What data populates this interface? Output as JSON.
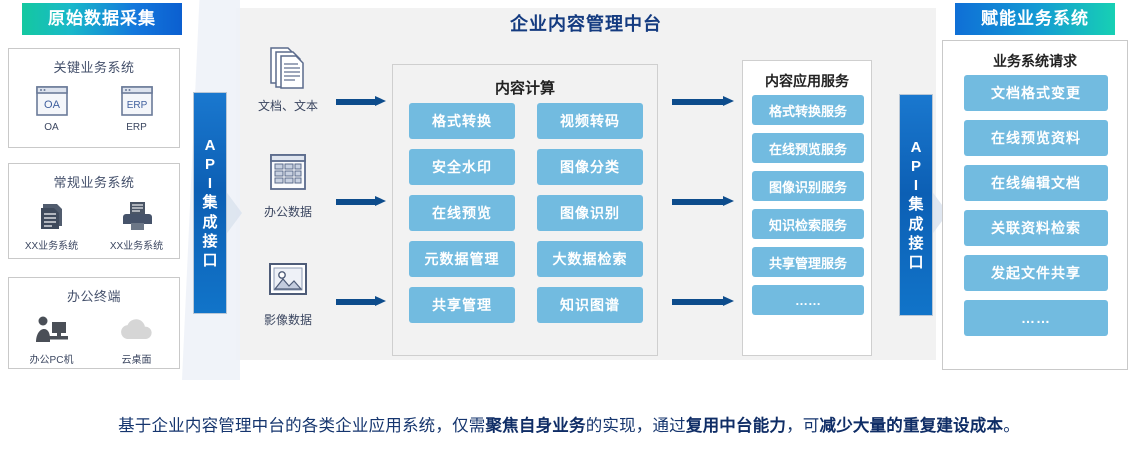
{
  "badges": {
    "left": "原始数据采集",
    "right": "赋能业务系统"
  },
  "center": {
    "title": "企业内容管理中台"
  },
  "source_groups": [
    {
      "name": "关键业务系统",
      "items": [
        {
          "icon": "oa-window-icon",
          "label": "OA",
          "badge": "OA"
        },
        {
          "icon": "erp-window-icon",
          "label": "ERP",
          "badge": "ERP"
        }
      ]
    },
    {
      "name": "常规业务系统",
      "items": [
        {
          "icon": "documents-stack-icon",
          "label": "XX业务系统",
          "badge": ""
        },
        {
          "icon": "printer-icon",
          "label": "XX业务系统",
          "badge": ""
        }
      ]
    },
    {
      "name": "办公终端",
      "items": [
        {
          "icon": "person-at-desk-icon",
          "label": "办公PC机",
          "badge": ""
        },
        {
          "icon": "cloud-icon",
          "label": "云桌面",
          "badge": ""
        }
      ]
    }
  ],
  "api_bars": [
    {
      "id": "api-left",
      "chars": [
        "A",
        "P",
        "I",
        "集",
        "成",
        "接",
        "口"
      ]
    },
    {
      "id": "api-right",
      "chars": [
        "A",
        "P",
        "I",
        "集",
        "成",
        "接",
        "口"
      ]
    }
  ],
  "data_sources": [
    {
      "icon": "documents-icon",
      "label": "文档、文本"
    },
    {
      "icon": "spreadsheet-icon",
      "label": "办公数据"
    },
    {
      "icon": "image-icon",
      "label": "影像数据"
    }
  ],
  "content_computing": {
    "title": "内容计算",
    "tiles": [
      "格式转换",
      "视频转码",
      "安全水印",
      "图像分类",
      "在线预览",
      "图像识别",
      "元数据管理",
      "大数据检索",
      "共享管理",
      "知识图谱"
    ]
  },
  "content_app_services": {
    "title": "内容应用服务",
    "tiles": [
      "格式转换服务",
      "在线预览服务",
      "图像识别服务",
      "知识检索服务",
      "共享管理服务",
      "……"
    ]
  },
  "business_requests": {
    "title": "业务系统请求",
    "tiles": [
      "文档格式变更",
      "在线预览资料",
      "在线编辑文档",
      "关联资料检索",
      "发起文件共享",
      "……"
    ]
  },
  "caption": {
    "p1": "基于企业内容管理中台的各类企业应用系统，仅需",
    "b1": "聚焦自身业务",
    "p2": "的实现，通过",
    "b2": "复用中台能力",
    "p3": "，可",
    "b3": "减少大量的重复建设成本",
    "p4": "。"
  },
  "colors": {
    "tile_blue": "#72bbe0",
    "api_blue": "#0c5fb4",
    "title_navy": "#143b80",
    "arrow_navy": "#0d4c8c",
    "panel_grey": "#f2f2f2",
    "badge_teal": "#14c8a0"
  }
}
